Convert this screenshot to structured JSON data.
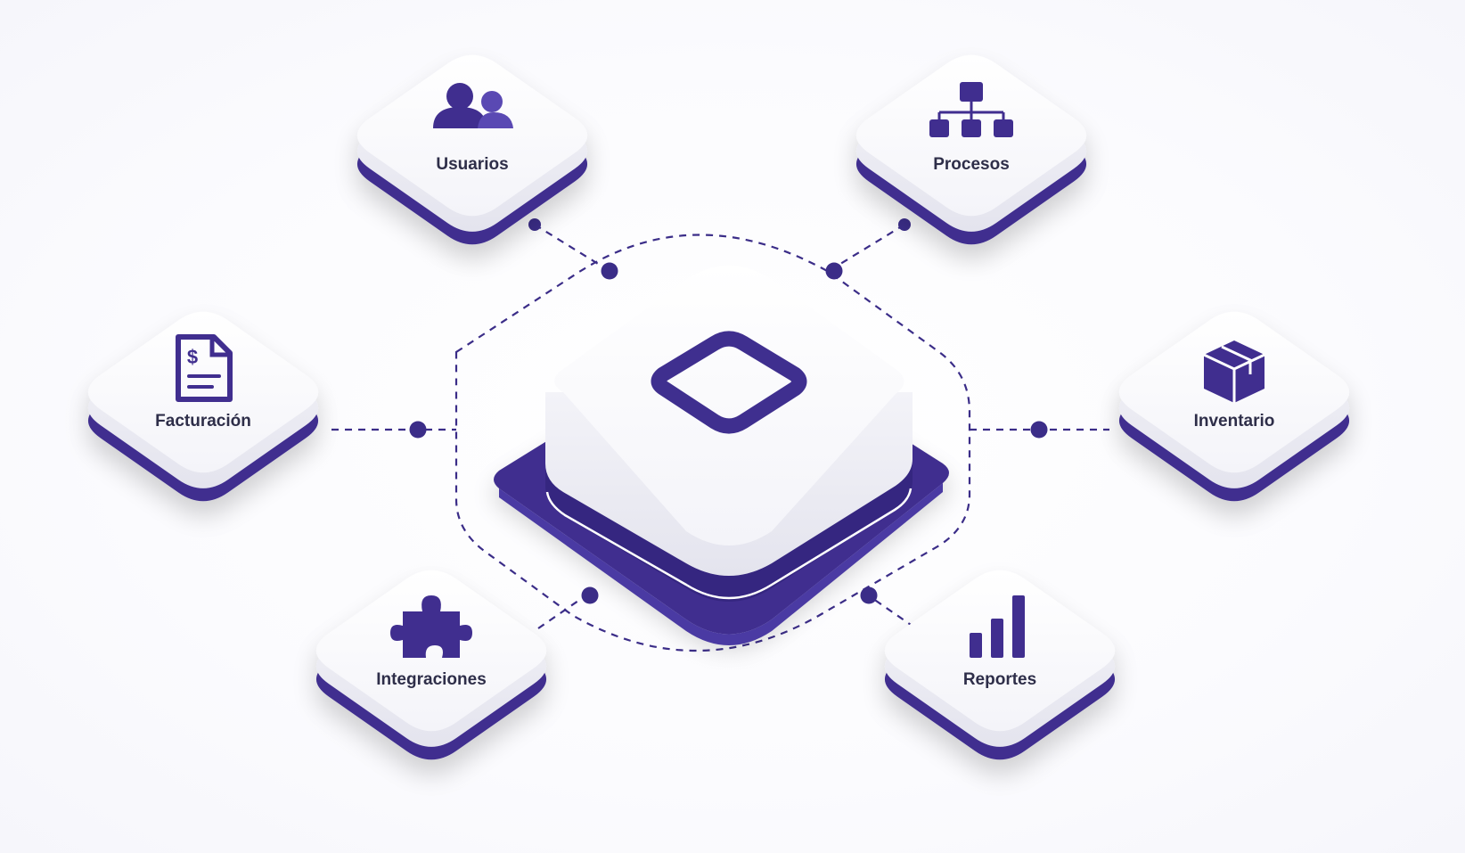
{
  "colors": {
    "accent": "#3f2f8f",
    "accent_dark": "#352680",
    "accent_mid": "#4a3aa3",
    "tile_face": "#ffffff",
    "tile_side": "#eeeef5",
    "label_text": "#2f2f4a",
    "connector": "#3b2d88",
    "background": "#ffffff"
  },
  "center_hub": {
    "icon": "rounded-square-outline-icon"
  },
  "modules": [
    {
      "id": "usuarios",
      "label": "Usuarios",
      "icon": "users-icon"
    },
    {
      "id": "procesos",
      "label": "Procesos",
      "icon": "org-chart-icon"
    },
    {
      "id": "facturacion",
      "label": "Facturación",
      "icon": "invoice-icon"
    },
    {
      "id": "inventario",
      "label": "Inventario",
      "icon": "box-icon"
    },
    {
      "id": "integraciones",
      "label": "Integraciones",
      "icon": "puzzle-icon"
    },
    {
      "id": "reportes",
      "label": "Reportes",
      "icon": "bar-chart-icon"
    }
  ]
}
